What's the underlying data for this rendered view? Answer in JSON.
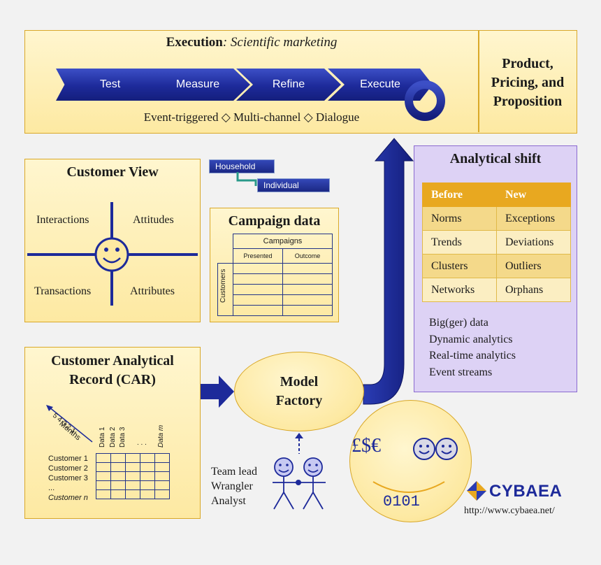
{
  "execution": {
    "title_bold": "Execution",
    "title_italic": ": Scientific marketing",
    "steps": [
      "Test",
      "Measure",
      "Refine",
      "Execute"
    ],
    "tagline": "Event-triggered ◇ Multi-channel ◇ Dialogue"
  },
  "product": {
    "line1": "Product,",
    "line2": "Pricing, and",
    "line3": "Proposition"
  },
  "customer_view": {
    "title": "Customer View",
    "q1": "Interactions",
    "q2": "Attitudes",
    "q3": "Transactions",
    "q4": "Attributes"
  },
  "hierarchy": {
    "top": "Household",
    "bottom": "Individual"
  },
  "campaign": {
    "title": "Campaign data",
    "header": "Campaigns",
    "col1": "Presented",
    "col2": "Outcome",
    "row_label": "Customers"
  },
  "analytical_shift": {
    "title": "Analytical shift",
    "head_before": "Before",
    "head_new": "New",
    "rows": [
      [
        "Norms",
        "Exceptions"
      ],
      [
        "Trends",
        "Deviations"
      ],
      [
        "Clusters",
        "Outliers"
      ],
      [
        "Networks",
        "Orphans"
      ]
    ],
    "bullets": [
      "Big(ger) data",
      "Dynamic analytics",
      "Real-time analytics",
      "Event streams"
    ]
  },
  "car": {
    "title_line1": "Customer Analytical",
    "title_line2": "Record (CAR)",
    "months_label": "Months",
    "month_ticks": "5 4 3 2 1",
    "data_cols": [
      "Data 1",
      "Data 2",
      "Data 3",
      ". . .",
      "Data m"
    ],
    "customers": [
      "Customer 1",
      "Customer 2",
      "Customer 3",
      "...",
      "Customer n"
    ]
  },
  "model_factory": {
    "line1": "Model",
    "line2": "Factory"
  },
  "team": {
    "roles": [
      "Team lead",
      "Wrangler",
      "Analyst"
    ]
  },
  "money_face": {
    "currency": "£$€",
    "binary": "0101"
  },
  "brand": {
    "name": "CYBAEA",
    "url": "http://www.cybaea.net/"
  },
  "colors": {
    "accent_blue": "#1d2a9a",
    "panel_yellow": "#fde9a2",
    "panel_border": "#d9a828",
    "shift_purple": "#ddd2f5"
  }
}
